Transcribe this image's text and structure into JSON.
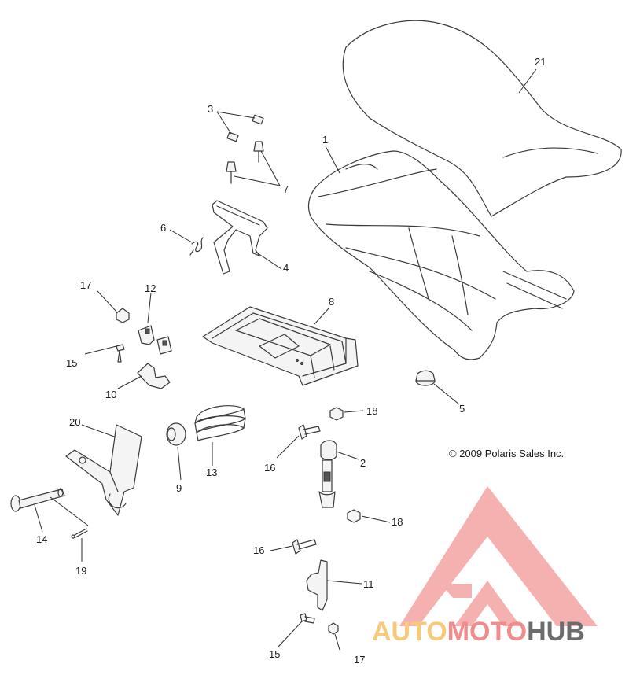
{
  "copyright": "© 2009 Polaris Sales Inc.",
  "callouts": [
    {
      "id": "c21",
      "text": "21"
    },
    {
      "id": "c3",
      "text": "3"
    },
    {
      "id": "c1",
      "text": "1"
    },
    {
      "id": "c7",
      "text": "7"
    },
    {
      "id": "c6",
      "text": "6"
    },
    {
      "id": "c4",
      "text": "4"
    },
    {
      "id": "c17a",
      "text": "17"
    },
    {
      "id": "c12",
      "text": "12"
    },
    {
      "id": "c8",
      "text": "8"
    },
    {
      "id": "c15a",
      "text": "15"
    },
    {
      "id": "c10",
      "text": "10"
    },
    {
      "id": "c5",
      "text": "5"
    },
    {
      "id": "c20",
      "text": "20"
    },
    {
      "id": "c18a",
      "text": "18"
    },
    {
      "id": "c2",
      "text": "2"
    },
    {
      "id": "c16a",
      "text": "16"
    },
    {
      "id": "c13",
      "text": "13"
    },
    {
      "id": "c9",
      "text": "9"
    },
    {
      "id": "c18b",
      "text": "18"
    },
    {
      "id": "c14",
      "text": "14"
    },
    {
      "id": "c19",
      "text": "19"
    },
    {
      "id": "c16b",
      "text": "16"
    },
    {
      "id": "c11",
      "text": "11"
    },
    {
      "id": "c15b",
      "text": "15"
    },
    {
      "id": "c17b",
      "text": "17"
    }
  ],
  "watermark": {
    "part1": "AUTO",
    "part2": "MOTO",
    "part3": "HUB",
    "colors": {
      "triangle": "#f4a3a3",
      "auto": "#f7c97a",
      "moto": "#f08c8c",
      "hub": "#6c6c6c"
    }
  }
}
